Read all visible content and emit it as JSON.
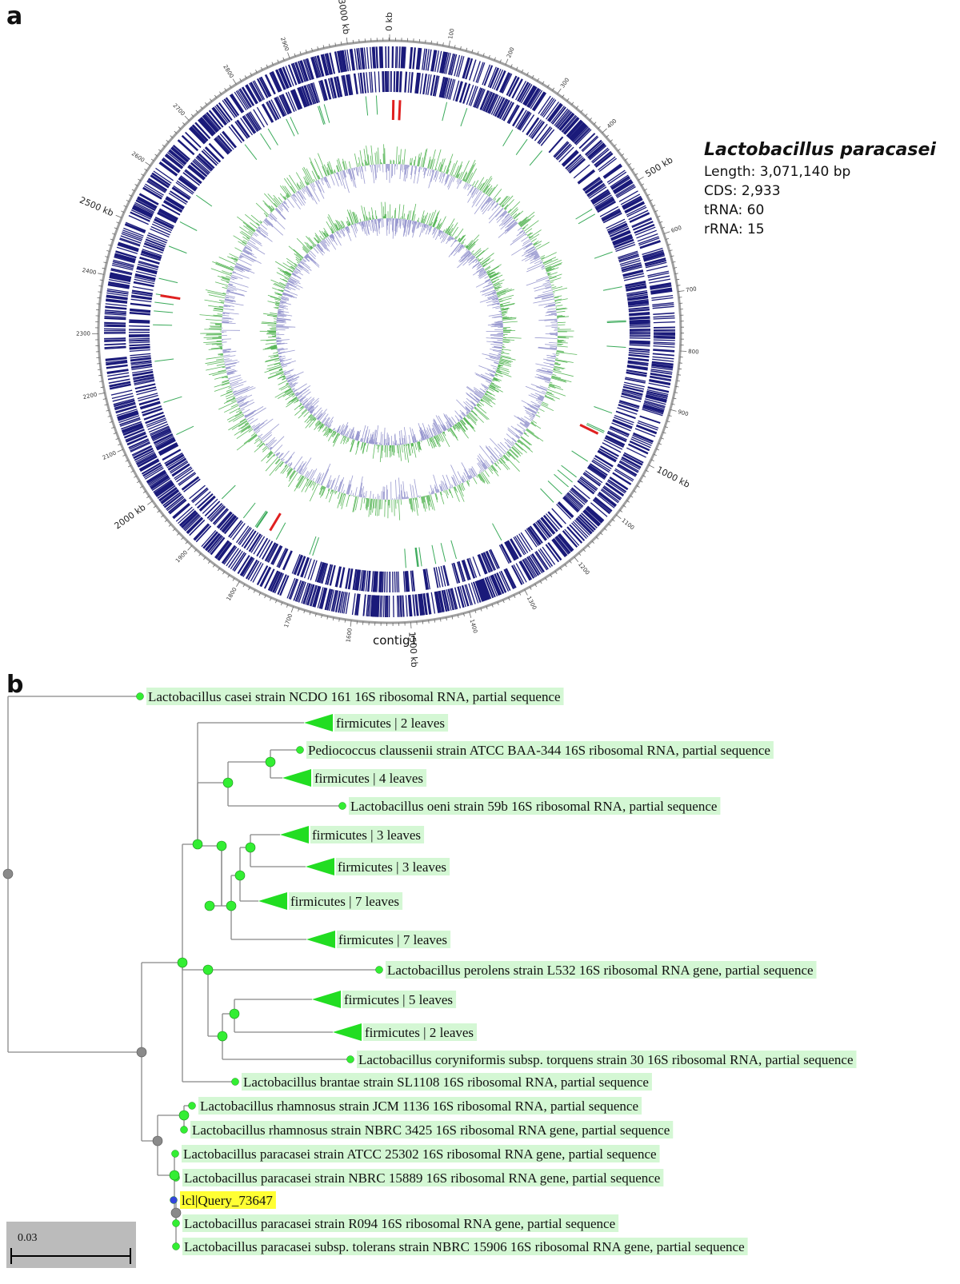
{
  "panel_a": {
    "letter": "a",
    "organism": "Lactobacillus paracasei",
    "stats": [
      "Length: 3,071,140 bp",
      "CDS: 2,933",
      "tRNA: 60",
      "rRNA: 15"
    ],
    "contig_label": "contig1",
    "genome_length_kb": 3071,
    "major_ticks": [
      {
        "kb": 0,
        "label": "0 kb"
      },
      {
        "kb": 500,
        "label": "500 kb"
      },
      {
        "kb": 1000,
        "label": "1000 kb"
      },
      {
        "kb": 1500,
        "label": "1500 kb"
      },
      {
        "kb": 2000,
        "label": "2000 kb"
      },
      {
        "kb": 2500,
        "label": "2500 kb"
      },
      {
        "kb": 3000,
        "label": "3000 kb"
      }
    ],
    "minor_tick_labels": [
      {
        "kb": 100,
        "label": "100"
      },
      {
        "kb": 200,
        "label": "200"
      },
      {
        "kb": 300,
        "label": "300"
      },
      {
        "kb": 400,
        "label": "400"
      },
      {
        "kb": 600,
        "label": "600"
      },
      {
        "kb": 700,
        "label": "700"
      },
      {
        "kb": 800,
        "label": "800"
      },
      {
        "kb": 900,
        "label": "900"
      },
      {
        "kb": 1100,
        "label": "1100"
      },
      {
        "kb": 1200,
        "label": "1200"
      },
      {
        "kb": 1300,
        "label": "1300"
      },
      {
        "kb": 1400,
        "label": "1400"
      },
      {
        "kb": 1600,
        "label": "1600"
      },
      {
        "kb": 1700,
        "label": "1700"
      },
      {
        "kb": 1800,
        "label": "1800"
      },
      {
        "kb": 1900,
        "label": "1900"
      },
      {
        "kb": 2100,
        "label": "2100"
      },
      {
        "kb": 2200,
        "label": "2200"
      },
      {
        "kb": 2300,
        "label": "2300"
      },
      {
        "kb": 2400,
        "label": "2400"
      },
      {
        "kb": 2600,
        "label": "2600"
      },
      {
        "kb": 2700,
        "label": "2700"
      },
      {
        "kb": 2800,
        "label": "2800"
      },
      {
        "kb": 2900,
        "label": "2900"
      }
    ],
    "colors": {
      "cds": "#1a1a7a",
      "rrna": "#e02020",
      "trna": "#3aaa5a",
      "gc_positive": "#5cb85c",
      "gc_negative": "#9a9ad0",
      "backbone": "#a0a0a0"
    },
    "rrna_positions_kb": [
      8,
      22,
      990,
      1800,
      2380
    ]
  },
  "panel_b": {
    "letter": "b",
    "scale_label": "0.03",
    "leaves": [
      {
        "label": "Lactobacillus casei strain NCDO 161 16S ribosomal RNA, partial sequence",
        "type": "leaf"
      },
      {
        "label": "firmicutes | 2 leaves",
        "type": "collapsed"
      },
      {
        "label": "Pediococcus claussenii strain ATCC BAA-344 16S ribosomal RNA, partial sequence",
        "type": "leaf"
      },
      {
        "label": "firmicutes | 4 leaves",
        "type": "collapsed"
      },
      {
        "label": "Lactobacillus oeni strain 59b 16S ribosomal RNA, partial sequence",
        "type": "leaf"
      },
      {
        "label": "firmicutes | 3 leaves",
        "type": "collapsed"
      },
      {
        "label": "firmicutes | 3 leaves",
        "type": "collapsed"
      },
      {
        "label": "firmicutes | 7 leaves",
        "type": "collapsed"
      },
      {
        "label": "firmicutes | 7 leaves",
        "type": "collapsed"
      },
      {
        "label": "Lactobacillus perolens strain L532 16S ribosomal RNA gene, partial sequence",
        "type": "leaf"
      },
      {
        "label": "firmicutes | 5 leaves",
        "type": "collapsed"
      },
      {
        "label": "firmicutes | 2 leaves",
        "type": "collapsed"
      },
      {
        "label": "Lactobacillus coryniformis subsp. torquens strain 30 16S ribosomal RNA, partial sequence",
        "type": "leaf"
      },
      {
        "label": "Lactobacillus brantae strain SL1108 16S ribosomal RNA, partial sequence",
        "type": "leaf"
      },
      {
        "label": "Lactobacillus rhamnosus strain JCM 1136 16S ribosomal RNA, partial sequence",
        "type": "leaf"
      },
      {
        "label": "Lactobacillus rhamnosus strain NBRC 3425 16S ribosomal RNA gene, partial sequence",
        "type": "leaf"
      },
      {
        "label": "Lactobacillus paracasei strain ATCC 25302 16S ribosomal RNA gene, partial sequence",
        "type": "leaf"
      },
      {
        "label": "Lactobacillus paracasei strain NBRC 15889 16S ribosomal RNA gene, partial sequence",
        "type": "leaf"
      },
      {
        "label": "lcl|Query_73647",
        "type": "query"
      },
      {
        "label": "Lactobacillus paracasei strain R094 16S ribosomal RNA gene, partial sequence",
        "type": "leaf"
      },
      {
        "label": "Lactobacillus paracasei subsp. tolerans strain NBRC 15906 16S ribosomal RNA gene, partial sequence",
        "type": "leaf"
      }
    ],
    "colors": {
      "label_bg": "#d4f7d4",
      "query_bg": "#ffff33",
      "collapsed_fill": "#22dd22",
      "node_green": "#33ee33",
      "node_gray": "#8a8a8a",
      "node_blue": "#3344dd",
      "branch": "#888888",
      "scale_box": "#bbbbbb"
    }
  }
}
